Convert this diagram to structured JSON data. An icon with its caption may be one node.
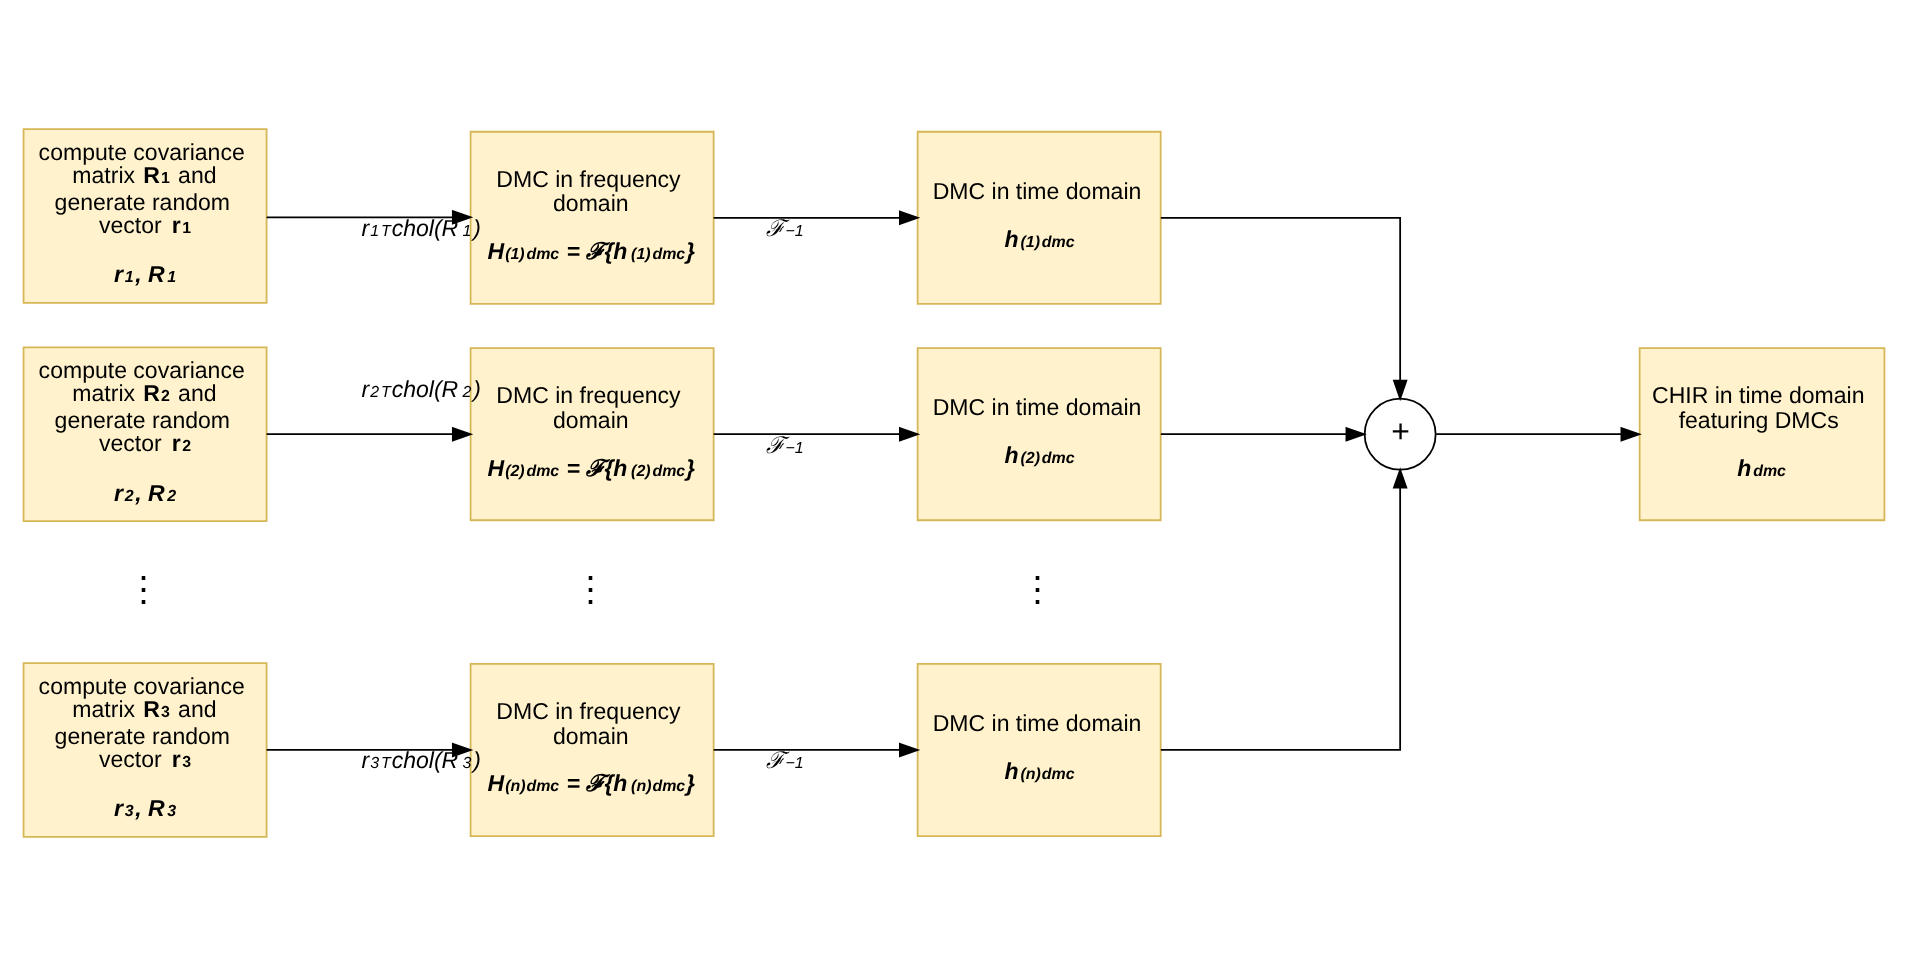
{
  "diagram": {
    "nodes": [
      {
        "text": [
          "compute covariance matrix **R$_{1}$** and generate random vector **r$_{1}$**",
          "r$_{1}$, R$_{1}$"
        ]
      },
      {
        "text": [
          "DMC in frequency domain",
          "H$^{(1)}$$_{dmc}$ = ℱ{h$^{(1)}$$_{dmc}$}"
        ]
      },
      {
        "text": [
          "DMC in time domain",
          "h$^{(1)}$$_{dmc}$"
        ]
      },
      {
        "text": [
          "compute covariance matrix **R$_{2}$** and generate random vector **r$_{2}$**",
          "r$_{2}$, R$_{2}$"
        ]
      },
      {
        "text": [
          "DMC in frequency domain",
          "H$^{(2)}$$_{dmc}$ = ℱ{h$^{(2)}$$_{dmc}$}"
        ]
      },
      {
        "text": [
          "DMC in time domain",
          "h$^{(2)}$$_{dmc}$"
        ]
      },
      {
        "text": [
          "+"
        ]
      },
      {
        "text": [
          "CHIR in time domain featuring DMCs",
          "h$_{dmc}$"
        ]
      },
      {
        "text": [
          "compute covariance matrix **R$_{3}$** and generate random vector **r$_{3}$**",
          "r$_{3}$, R$_{3}$"
        ]
      },
      {
        "text": [
          "DMC in frequency domain",
          "H$^{(n)}$$_{dmc}$ = ℱ{h$^{(n)}$$_{dmc}$}"
        ]
      },
      {
        "text": [
          "DMC in time domain",
          "h$^{(n)}$$_{dmc}$"
        ]
      }
    ],
    "edges": [
      {
        "from": 0,
        "to": 1,
        "arrow": "to",
        "label": "r$_{1}$$^{T}$chol(R$_{1}$)"
      },
      {
        "from": 1,
        "to": 2,
        "arrow": "to",
        "label": "ℱ$^{−1}$"
      },
      {
        "from": 2,
        "to": 6,
        "arrow": "to"
      },
      {
        "from": 3,
        "to": 4,
        "arrow": "to",
        "label": "r$_{2}$$^{T}$chol(R$_{2}$)"
      },
      {
        "from": 4,
        "to": 5,
        "arrow": "to",
        "label": "ℱ$^{−1}$"
      },
      {
        "from": 5,
        "to": 6,
        "arrow": "to"
      },
      {
        "from": 6,
        "to": 7,
        "arrow": "to"
      },
      {
        "from": 8,
        "to": 9,
        "arrow": "to",
        "label": "r$_{3}$$^{T}$chol(R$_{3}$)"
      },
      {
        "from": 9,
        "to": 10,
        "arrow": "to",
        "label": "ℱ$^{−1}$"
      },
      {
        "from": 10,
        "to": 6,
        "arrow": "to"
      }
    ],
    "labels": [
      "⋮",
      "⋮",
      "⋮"
    ]
  }
}
